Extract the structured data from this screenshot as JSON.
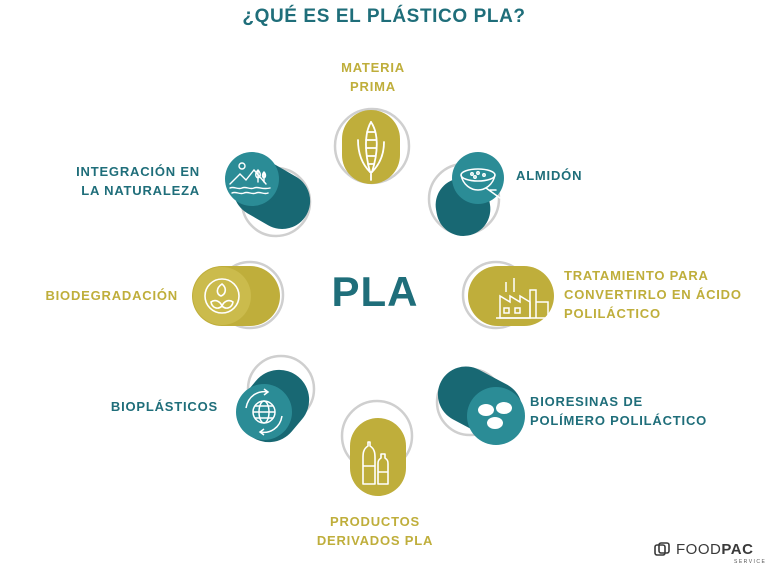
{
  "title": "¿QUÉ ES EL PLÁSTICO PLA?",
  "center": "PLA",
  "colors": {
    "teal": "#1f6e7a",
    "olive": "#bfae3b",
    "ring": "#cfcfcf"
  },
  "nodes": [
    {
      "id": "materia-prima",
      "label_lines": [
        "MATERIA",
        "PRIMA"
      ],
      "icon": "corn-icon"
    },
    {
      "id": "almidon",
      "label_lines": [
        "ALMIDÓN"
      ],
      "icon": "starch-bowl-icon"
    },
    {
      "id": "tratamiento",
      "label_lines": [
        "TRATAMIENTO PARA",
        "CONVERTIRLO EN ÁCIDO",
        "POLILÁCTICO"
      ],
      "icon": "factory-icon"
    },
    {
      "id": "bioresinas",
      "label_lines": [
        "BIORESINAS DE",
        "POLÍMERO POLILÁCTICO"
      ],
      "icon": "resin-pellets-icon"
    },
    {
      "id": "productos",
      "label_lines": [
        "PRODUCTOS",
        "DERIVADOS PLA"
      ],
      "icon": "bottles-icon"
    },
    {
      "id": "bioplasticos",
      "label_lines": [
        "BIOPLÁSTICOS"
      ],
      "icon": "globe-recycle-icon"
    },
    {
      "id": "biodegradacion",
      "label_lines": [
        "BIODEGRADACIÓN"
      ],
      "icon": "recycle-leaves-icon"
    },
    {
      "id": "integracion",
      "label_lines": [
        "INTEGRACIÓN EN",
        "LA NATURALEZA"
      ],
      "icon": "nature-landscape-icon"
    }
  ],
  "logo": {
    "text_light": "FOOD",
    "text_bold": "PAC",
    "sub": "SERVICE"
  }
}
